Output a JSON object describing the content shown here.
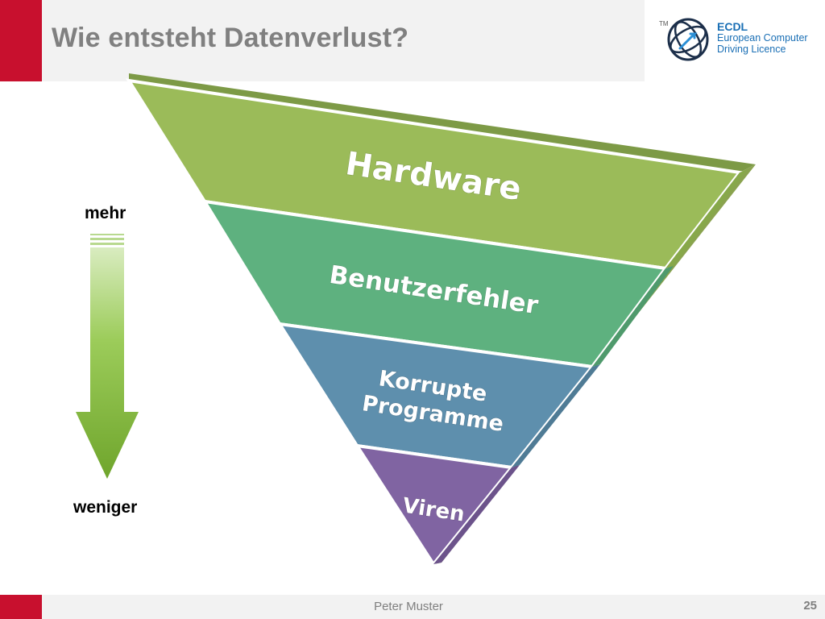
{
  "slide": {
    "title": "Wie entsteht Datenverlust?",
    "accent_color": "#c8102e"
  },
  "logo": {
    "trademark": "TM",
    "abbreviation": "ECDL",
    "line1": "European Computer",
    "line2": "Driving Licence",
    "color": "#1a6fb5"
  },
  "funnel": {
    "tiers": [
      {
        "label": "Hardware",
        "color": "#9bbb59"
      },
      {
        "label": "Benutzerfehler",
        "color": "#5eb17f"
      },
      {
        "label_line1": "Korrupte",
        "label_line2": "Programme",
        "color": "#5e8fad"
      },
      {
        "label": "Viren",
        "color": "#8064a2"
      }
    ]
  },
  "scale": {
    "top_label": "mehr",
    "bottom_label": "weniger",
    "arrow_color": "#8dc63f"
  },
  "footer": {
    "author": "Peter Muster",
    "page_number": "25"
  }
}
